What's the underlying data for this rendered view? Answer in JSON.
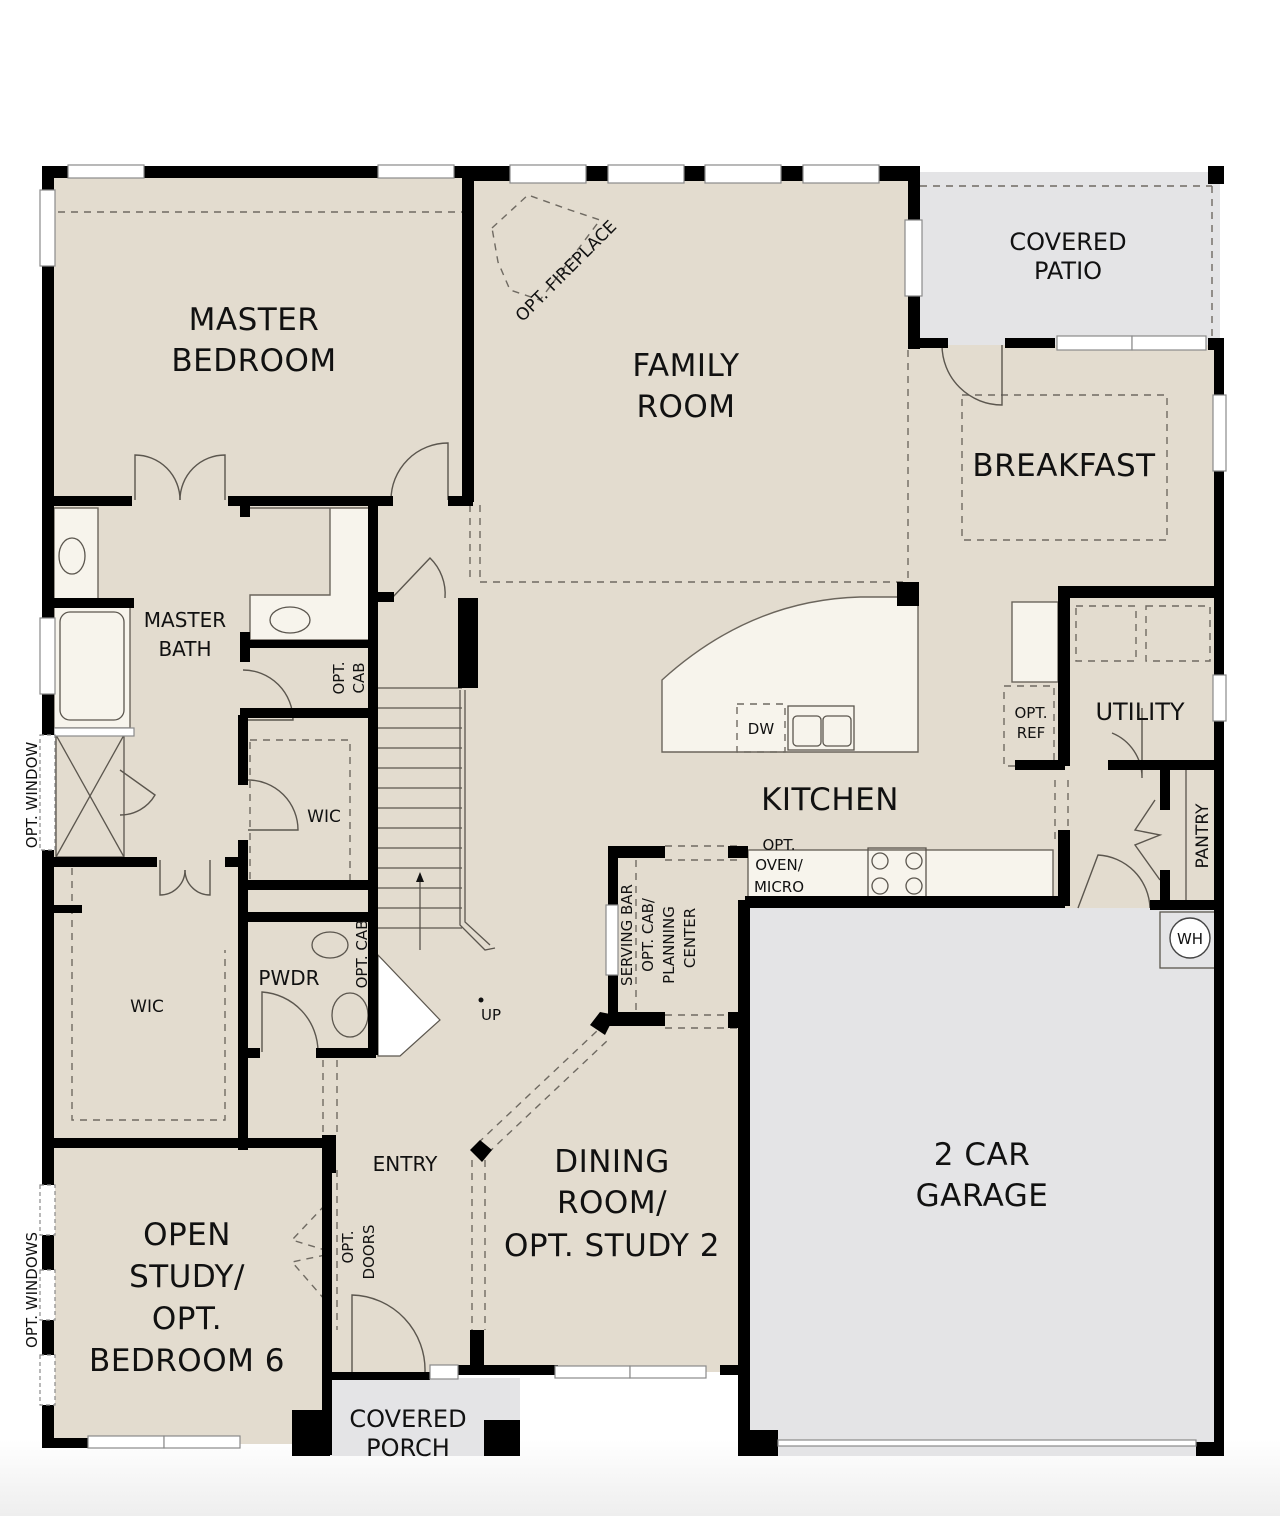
{
  "plan": {
    "colors": {
      "floor": "#e3dccf",
      "exterior_covered": "#e4e4e6",
      "countertop": "#f7f4ec",
      "wall": "#000000",
      "background": "#ffffff"
    },
    "rooms": {
      "master_bedroom": [
        "MASTER",
        "BEDROOM"
      ],
      "family_room": [
        "FAMILY",
        "ROOM"
      ],
      "covered_patio": [
        "COVERED",
        "PATIO"
      ],
      "breakfast": "BREAKFAST",
      "master_bath": [
        "MASTER",
        "BATH"
      ],
      "kitchen": "KITCHEN",
      "utility": "UTILITY",
      "pantry": "PANTRY",
      "wic_upper": "WIC",
      "wic_lower": "WIC",
      "pwdr": "PWDR",
      "entry": "ENTRY",
      "dining": [
        "DINING",
        "ROOM/",
        "OPT. STUDY 2"
      ],
      "garage": [
        "2 CAR",
        "GARAGE"
      ],
      "study": [
        "OPEN",
        "STUDY/",
        "OPT.",
        "BEDROOM 6"
      ],
      "covered_porch": [
        "COVERED",
        "PORCH"
      ]
    },
    "annotations": {
      "opt_fireplace": "OPT. FIREPLACE",
      "opt_cab_bath": [
        "OPT.",
        "CAB"
      ],
      "opt_cab_pwdr": "OPT. CAB",
      "opt_window": "OPT. WINDOW",
      "opt_windows": "OPT. WINDOWS",
      "opt_ref": [
        "OPT.",
        "REF"
      ],
      "dw": "DW",
      "opt_oven_micro": [
        "OPT.",
        "OVEN/",
        "MICRO"
      ],
      "serving_bar": [
        "SERVING BAR",
        "OPT. CAB/",
        "PLANNING",
        "CENTER"
      ],
      "opt_doors": [
        "OPT.",
        "DOORS"
      ],
      "stairs_up": "UP",
      "water_heater": "WH"
    }
  }
}
